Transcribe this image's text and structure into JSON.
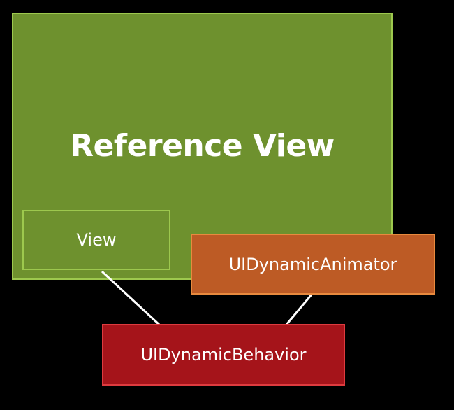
{
  "diagram": {
    "nodes": {
      "reference_view": {
        "label": "Reference View",
        "fill": "#6e912e",
        "border": "#9dc84e"
      },
      "view": {
        "label": "View",
        "fill": "#6e912e",
        "border": "#9dc84e"
      },
      "animator": {
        "label": "UIDynamicAnimator",
        "fill": "#bd5b25",
        "border": "#e88a3e"
      },
      "behavior": {
        "label": "UIDynamicBehavior",
        "fill": "#a5141a",
        "border": "#de3b3f"
      }
    },
    "edges": [
      {
        "from": "view",
        "to": "behavior"
      },
      {
        "from": "animator",
        "to": "behavior"
      }
    ],
    "line_color": "#ffffff",
    "background": "#000000"
  }
}
